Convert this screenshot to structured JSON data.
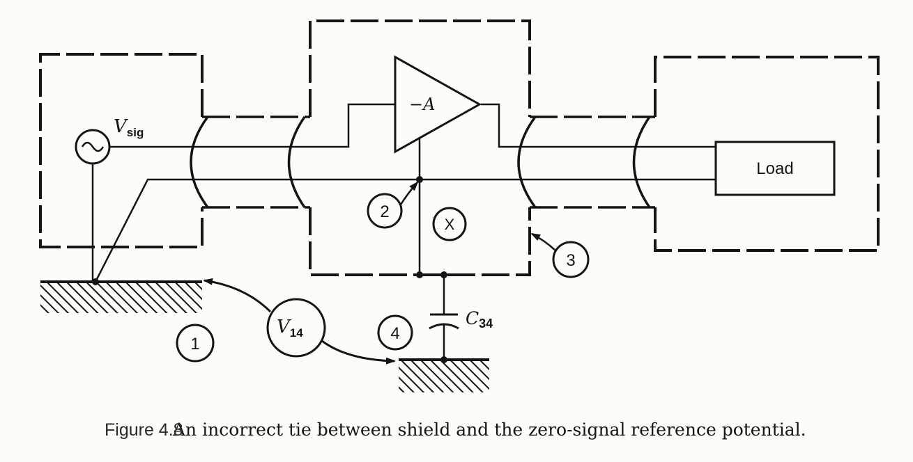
{
  "diagram": {
    "components": {
      "source": {
        "label": "V",
        "label_sub": "sig"
      },
      "amplifier": {
        "label": "−A"
      },
      "load": {
        "label": "Load"
      },
      "capacitor": {
        "label": "C",
        "label_sub": "34"
      },
      "voltage": {
        "label": "V",
        "label_sub": "14"
      },
      "cross_marker": {
        "label": "X"
      }
    },
    "callouts": [
      "1",
      "2",
      "3",
      "4"
    ]
  },
  "caption": {
    "number": "Figure 4.8",
    "text": "An incorrect tie between shield and the zero-signal reference potential."
  },
  "colors": {
    "ink": "#141414",
    "paper": "#fdfcf9"
  }
}
